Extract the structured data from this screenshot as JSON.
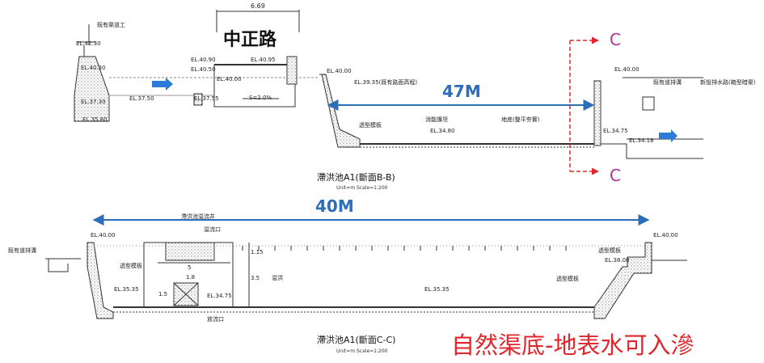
{
  "top_section": {
    "road_name": "中正路",
    "road_width": "6.69",
    "existing_channel": "既有渠道工",
    "el_42_30": "EL.42.30",
    "el_40_30_left": "EL.40.30",
    "el_37_30": "EL.37.30",
    "el_37_50": "EL.37.50",
    "el_35_80": "EL.35.80",
    "el_40_90": "EL.40.90",
    "el_40_50": "EL.40.50",
    "el_40_00_road": "EL.40.00",
    "el_40_95": "EL.40.95",
    "el_37_55": "EL.37.55",
    "slope": "S=2.0%",
    "el_40_00_a": "EL.40.00",
    "el_39_35": "EL.39.35(既有路面高程)",
    "span": "47M",
    "precast_panel": "透型模板",
    "energy_weir": "消能護坦",
    "el_34_80": "EL.34.80",
    "ground": "地底(整平夯實)",
    "section_c_top": "C",
    "section_c_bottom": "C",
    "el_40_00_right": "EL.40.00",
    "existing_drain": "既有道排溝",
    "new_drain": "新設排水路(箱型暗渠)",
    "el_34_75": "EL.34.75",
    "el_34_18": "EL.34.18",
    "title": "滯洪池A1(斷面B-B)",
    "scale": "Unit=m  Scale=1:200"
  },
  "bottom_section": {
    "span": "40M",
    "outlet_well": "滯洪池溢流井",
    "overflow_opening": "溢流口",
    "existing_drain": "既有道排溝",
    "el_40_00_left": "EL.40.00",
    "precast_panel_left": "透型模板",
    "dim_5": "5",
    "dim_1_8": "1.8",
    "dim_1_15": "1.15",
    "dim_3_5": "3.5",
    "dim_1_5": "1.5",
    "h_label": "溢洪",
    "el_35_35_left": "EL.35.35",
    "el_34_75": "EL.34.75",
    "outlet": "放流口",
    "el_35_35_mid": "EL.35.35",
    "precast_panel_right": "透型模板",
    "el_38_00": "EL.38.00",
    "precast_panel_mid": "透型模板",
    "el_40_00_right": "EL.40.00",
    "title": "滯洪池A1(斷面C-C)",
    "scale": "Unit=m  Scale=1:200"
  },
  "caption": "自然渠底-地表水可入滲",
  "colors": {
    "span_arrow": "#2e6db8",
    "flow_arrow": "#2e7ad6",
    "section_marker": "#e0252b",
    "section_letter": "#b0308f",
    "caption": "#e0252b",
    "line": "#333333"
  }
}
